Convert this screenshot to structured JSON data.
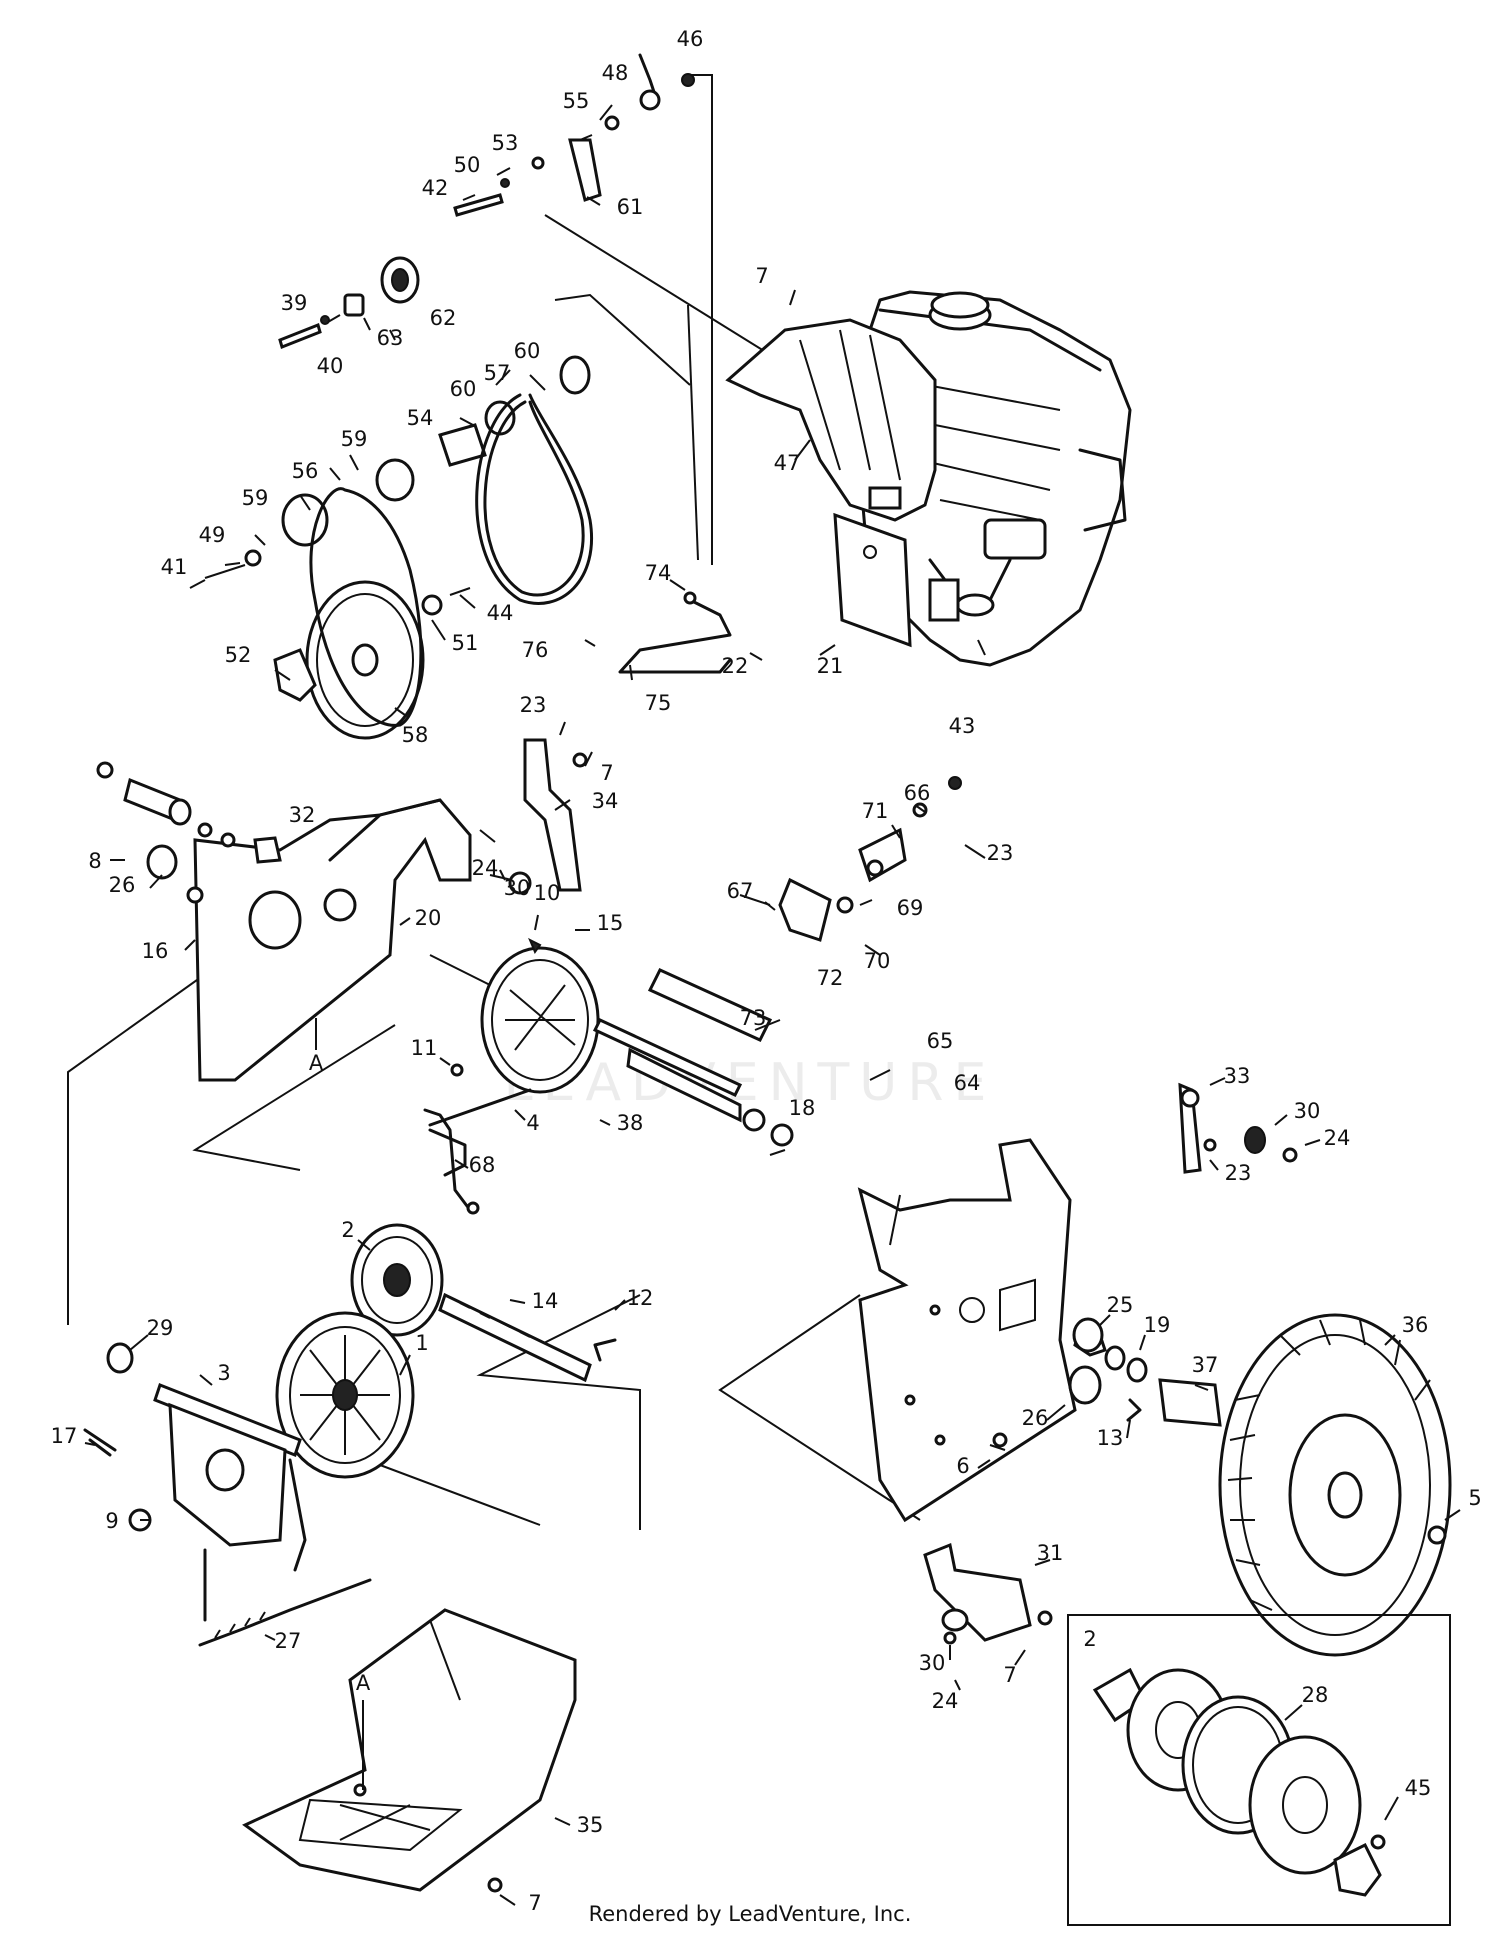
{
  "watermark": "LEADVENTURE",
  "footer": "Rendered by LeadVenture, Inc.",
  "inset_label": "2",
  "ref_labels": [
    "A",
    "A"
  ],
  "callouts": [
    "46",
    "48",
    "55",
    "53",
    "50",
    "42",
    "61",
    "7",
    "39",
    "62",
    "63",
    "40",
    "60",
    "60",
    "57",
    "54",
    "59",
    "56",
    "59",
    "49",
    "41",
    "47",
    "74",
    "44",
    "51",
    "76",
    "22",
    "21",
    "75",
    "52",
    "58",
    "43",
    "23",
    "7",
    "34",
    "32",
    "24",
    "30",
    "8",
    "26",
    "16",
    "66",
    "71",
    "23",
    "67",
    "69",
    "70",
    "72",
    "10",
    "20",
    "15",
    "73",
    "65",
    "64",
    "11",
    "4",
    "38",
    "18",
    "68",
    "33",
    "30",
    "24",
    "23",
    "2",
    "14",
    "12",
    "29",
    "1",
    "3",
    "25",
    "19",
    "36",
    "17",
    "26",
    "13",
    "37",
    "9",
    "6",
    "5",
    "31",
    "27",
    "30",
    "7",
    "24",
    "2",
    "28",
    "45",
    "35",
    "7"
  ]
}
